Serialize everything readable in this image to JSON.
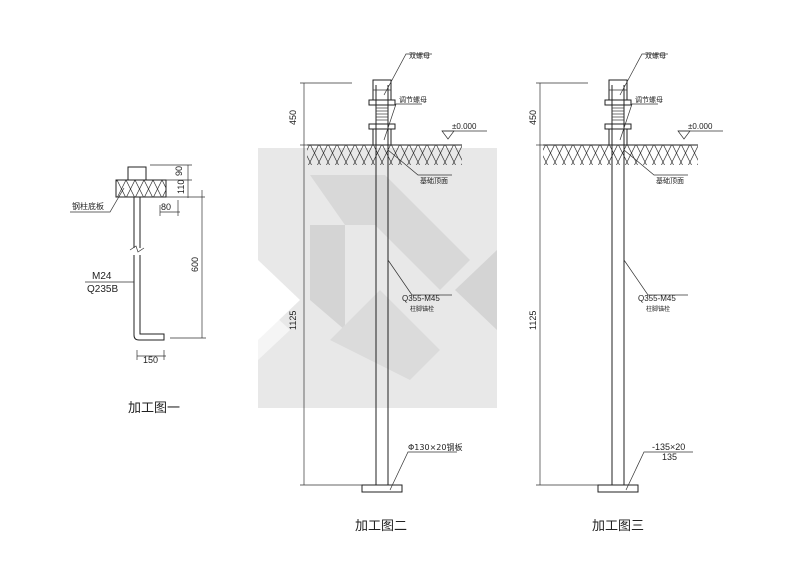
{
  "figure1": {
    "caption": "加工图一",
    "plate_label": "钢柱底板",
    "bolt_size": "M24",
    "bolt_material": "Q235B",
    "dim_top": "90",
    "dim_plate": "110",
    "dim_edge": "80",
    "dim_length": "600",
    "dim_hook": "150"
  },
  "figure2": {
    "caption": "加工图二",
    "double_nut": "双螺母",
    "adjust_nut": "调节螺母",
    "elevation": "±0.000",
    "foundation_top": "基础顶面",
    "bolt_spec": "Q355-M45",
    "bolt_name": "柱脚锚栓",
    "plate_spec": "Φ130×20钢板",
    "dim_above": "450",
    "dim_below": "1125"
  },
  "figure3": {
    "caption": "加工图三",
    "double_nut": "双螺母",
    "adjust_nut": "调节螺母",
    "elevation": "±0.000",
    "foundation_top": "基础顶面",
    "bolt_spec": "Q355-M45",
    "bolt_name": "柱脚锚栓",
    "plate_spec": "-135×20",
    "plate_width": "135",
    "dim_above": "450",
    "dim_below": "1125"
  }
}
